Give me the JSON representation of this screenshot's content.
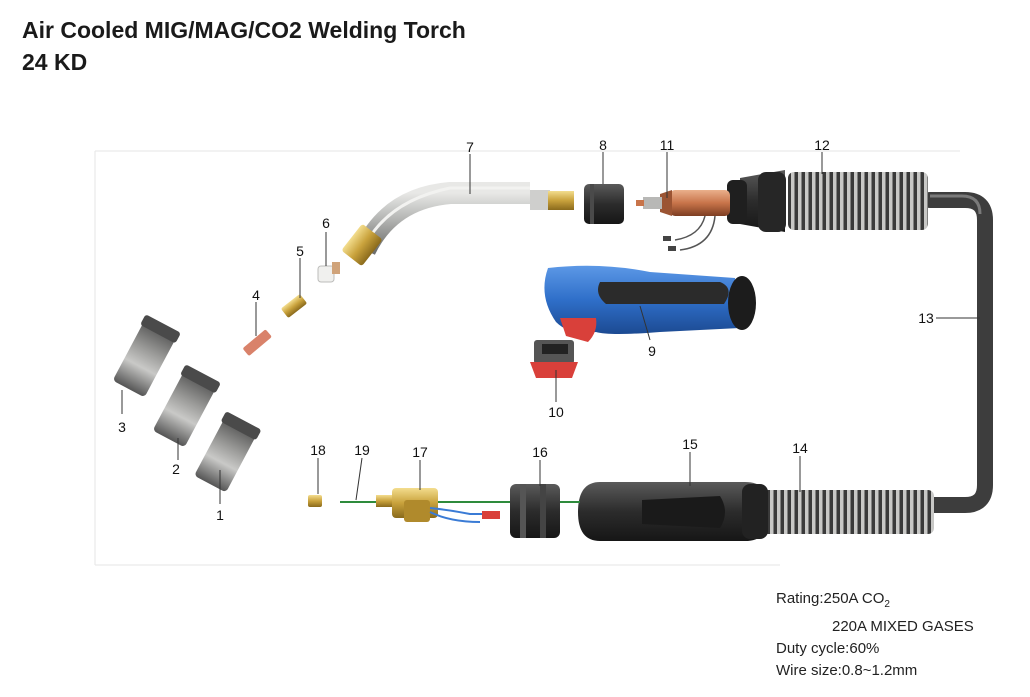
{
  "title": {
    "line1": "Air Cooled MIG/MAG/CO2 Welding Torch",
    "line2": "24 KD"
  },
  "parts": [
    {
      "id": "1"
    },
    {
      "id": "2"
    },
    {
      "id": "3"
    },
    {
      "id": "4"
    },
    {
      "id": "5"
    },
    {
      "id": "6"
    },
    {
      "id": "7"
    },
    {
      "id": "8"
    },
    {
      "id": "9"
    },
    {
      "id": "10"
    },
    {
      "id": "11"
    },
    {
      "id": "12"
    },
    {
      "id": "13"
    },
    {
      "id": "14"
    },
    {
      "id": "15"
    },
    {
      "id": "16"
    },
    {
      "id": "17"
    },
    {
      "id": "18"
    },
    {
      "id": "19"
    }
  ],
  "specs": {
    "rating_label": "Rating:",
    "rating_value": "250A CO",
    "rating_sub": "2",
    "rating_line2": "220A MIXED GASES",
    "duty_cycle": "Duty cycle:60%",
    "wire_size": "Wire size:0.8~1.2mm"
  },
  "colors": {
    "handle_blue": "#2f6fc9",
    "handle_black": "#2b2b2b",
    "trigger_red": "#d9403a",
    "copper": "#c8744a",
    "brass": "#d4b04a",
    "neck_silver": "#a8aaa8",
    "cable_grey": "#4a4a4a"
  }
}
